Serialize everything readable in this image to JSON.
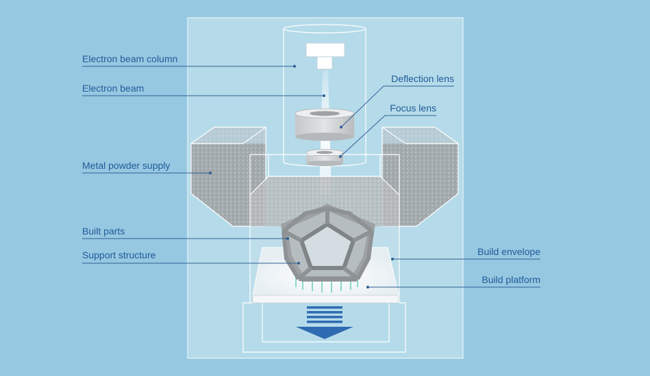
{
  "labels": {
    "electron_beam_column": "Electron beam column",
    "electron_beam": "Electron beam",
    "deflection_lens": "Deflection lens",
    "focus_lens": "Focus lens",
    "metal_powder_supply": "Metal powder supply",
    "built_parts": "Built parts",
    "support_structure": "Support structure",
    "build_envelope": "Build envelope",
    "build_platform": "Build platform"
  },
  "colors": {
    "background": "#97c8e2",
    "panel": "#b5dbea",
    "label_text": "#1f5a96",
    "arrow": "#2f6bb2"
  }
}
